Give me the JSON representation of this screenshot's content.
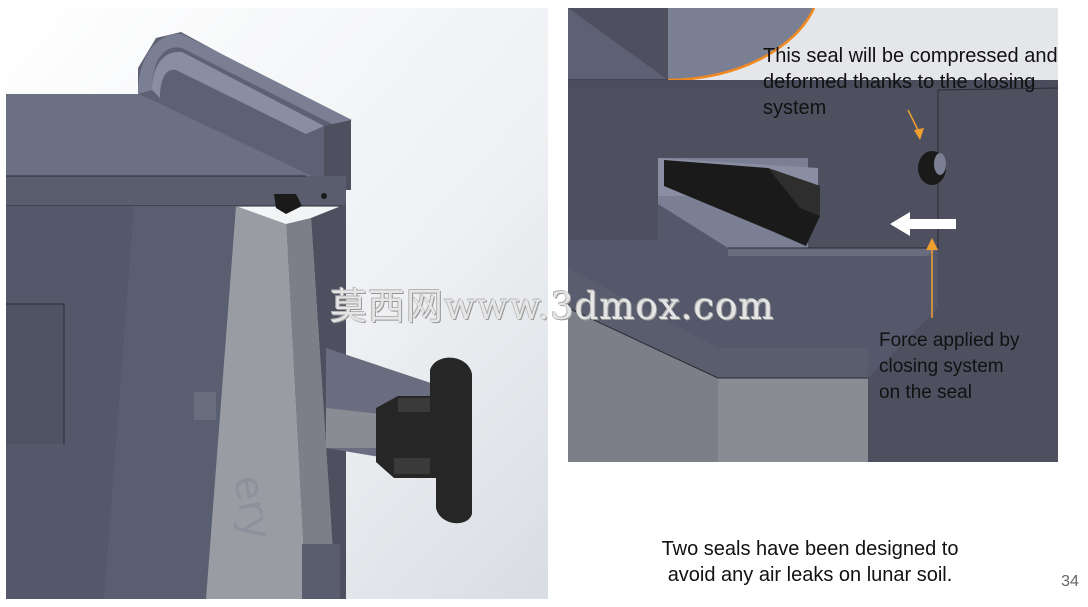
{
  "slide": {
    "seal_callout": [
      "This seal will be compressed and",
      "deformed thanks to the closing",
      "system"
    ],
    "force_callout": [
      "Force applied by",
      "closing system",
      "on the seal"
    ],
    "caption": [
      "Two seals have been designed to",
      "avoid any air leaks on lunar soil."
    ],
    "page_number": "34",
    "watermark": "莫西网www.3dmox.com"
  },
  "colors": {
    "annotation_arrow": "#f0a030",
    "curved_edge": "#f08a20",
    "force_arrow": "#ffffff",
    "seal": "#1a1a1a",
    "model_face_dark": "#4e5060",
    "model_face_mid": "#5e6173",
    "model_face_light": "#7b7f93"
  },
  "icons": {
    "force_arrow": "left-arrow-icon",
    "annotation_arrow": "pointer-arrow-icon"
  }
}
